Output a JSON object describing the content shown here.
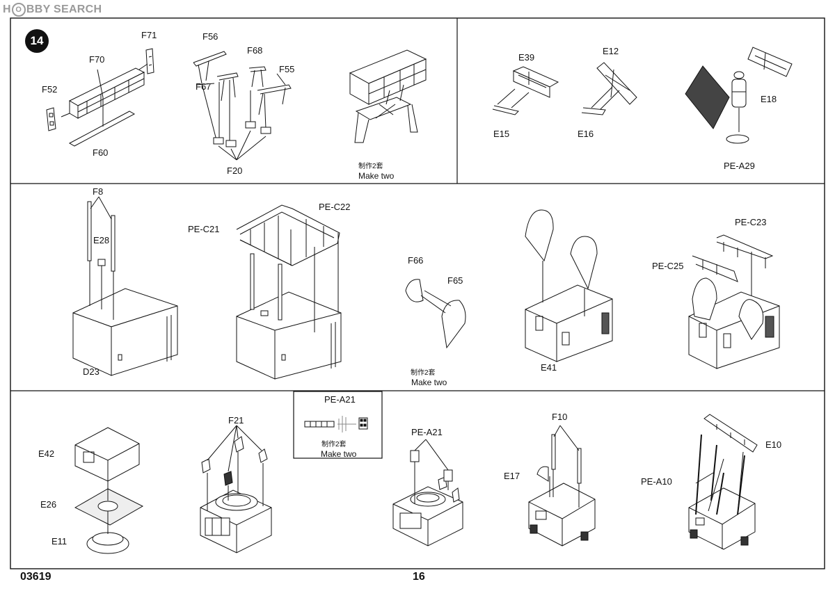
{
  "watermark": {
    "prefix": "H",
    "circled": "O",
    "rest": "BBY SEARCH"
  },
  "step_number": "14",
  "footer": {
    "code": "03619",
    "page": "16"
  },
  "note": {
    "cn": "制作2套",
    "en": "Make two"
  },
  "labels": {
    "F71": "F71",
    "F70": "F70",
    "F52": "F52",
    "F60": "F60",
    "F56": "F56",
    "F68": "F68",
    "F55": "F55",
    "F67": "F67",
    "F20": "F20",
    "E39": "E39",
    "E15": "E15",
    "E12": "E12",
    "E16": "E16",
    "E18": "E18",
    "PE_A29": "PE-A29",
    "F8": "F8",
    "E28": "E28",
    "D23": "D23",
    "PE_C21": "PE-C21",
    "PE_C22": "PE-C22",
    "F66": "F66",
    "F65": "F65",
    "E41": "E41",
    "PE_C23": "PE-C23",
    "PE_C25": "PE-C25",
    "E42": "E42",
    "E26": "E26",
    "E11": "E11",
    "F21": "F21",
    "PE_A21_box": "PE-A21",
    "PE_A21": "PE-A21",
    "F10": "F10",
    "E17": "E17",
    "E10": "E10",
    "PE_A10": "PE-A10"
  }
}
